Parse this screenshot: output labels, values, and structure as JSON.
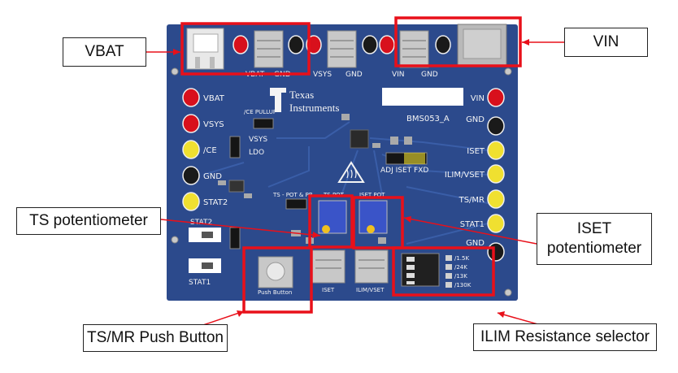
{
  "callouts": {
    "vbat": "VBAT",
    "vin": "VIN",
    "ts_pot": "TS potentiometer",
    "iset_pot_line1": "ISET",
    "iset_pot_line2": "potentiometer",
    "push_button": "TS/MR Push Button",
    "ilim": "ILIM Resistance selector"
  },
  "board": {
    "logo_line1": "Texas",
    "logo_line2": "Instruments",
    "board_id": "BMS053_A",
    "left_pins": [
      "VBAT",
      "VSYS",
      "/CE",
      "GND",
      "STAT2"
    ],
    "right_pins": [
      "VIN",
      "GND",
      "ISET",
      "ILIM/VSET",
      "TS/MR",
      "STAT1",
      "GND"
    ],
    "top_labels": [
      "VBAT",
      "GND",
      "VSYS",
      "GND",
      "VIN",
      "GND"
    ],
    "ce_pullup": "/CE PULLUP",
    "vsys": "VSYS",
    "ldo": "LDO",
    "ts_pot_pb": "TS - POT & PB",
    "ts_pot": "TS POT",
    "iset_pot": "ISET POT",
    "adj_iset_fxd": "ADJ ISET FXD",
    "stat2": "STAT2",
    "stat1": "STAT1",
    "push_button": "Push Button",
    "iset": "ISET",
    "ilim_vset": "ILIM/VSET",
    "res_labels": [
      "/1.5K",
      "/24K",
      "/13K",
      "/130K"
    ]
  },
  "colors": {
    "board": "#2c4a8c",
    "highlight": "#e8101a",
    "red_tp": "#d8101c",
    "yellow_tp": "#f0e030",
    "black_tp": "#1a1a1a"
  }
}
